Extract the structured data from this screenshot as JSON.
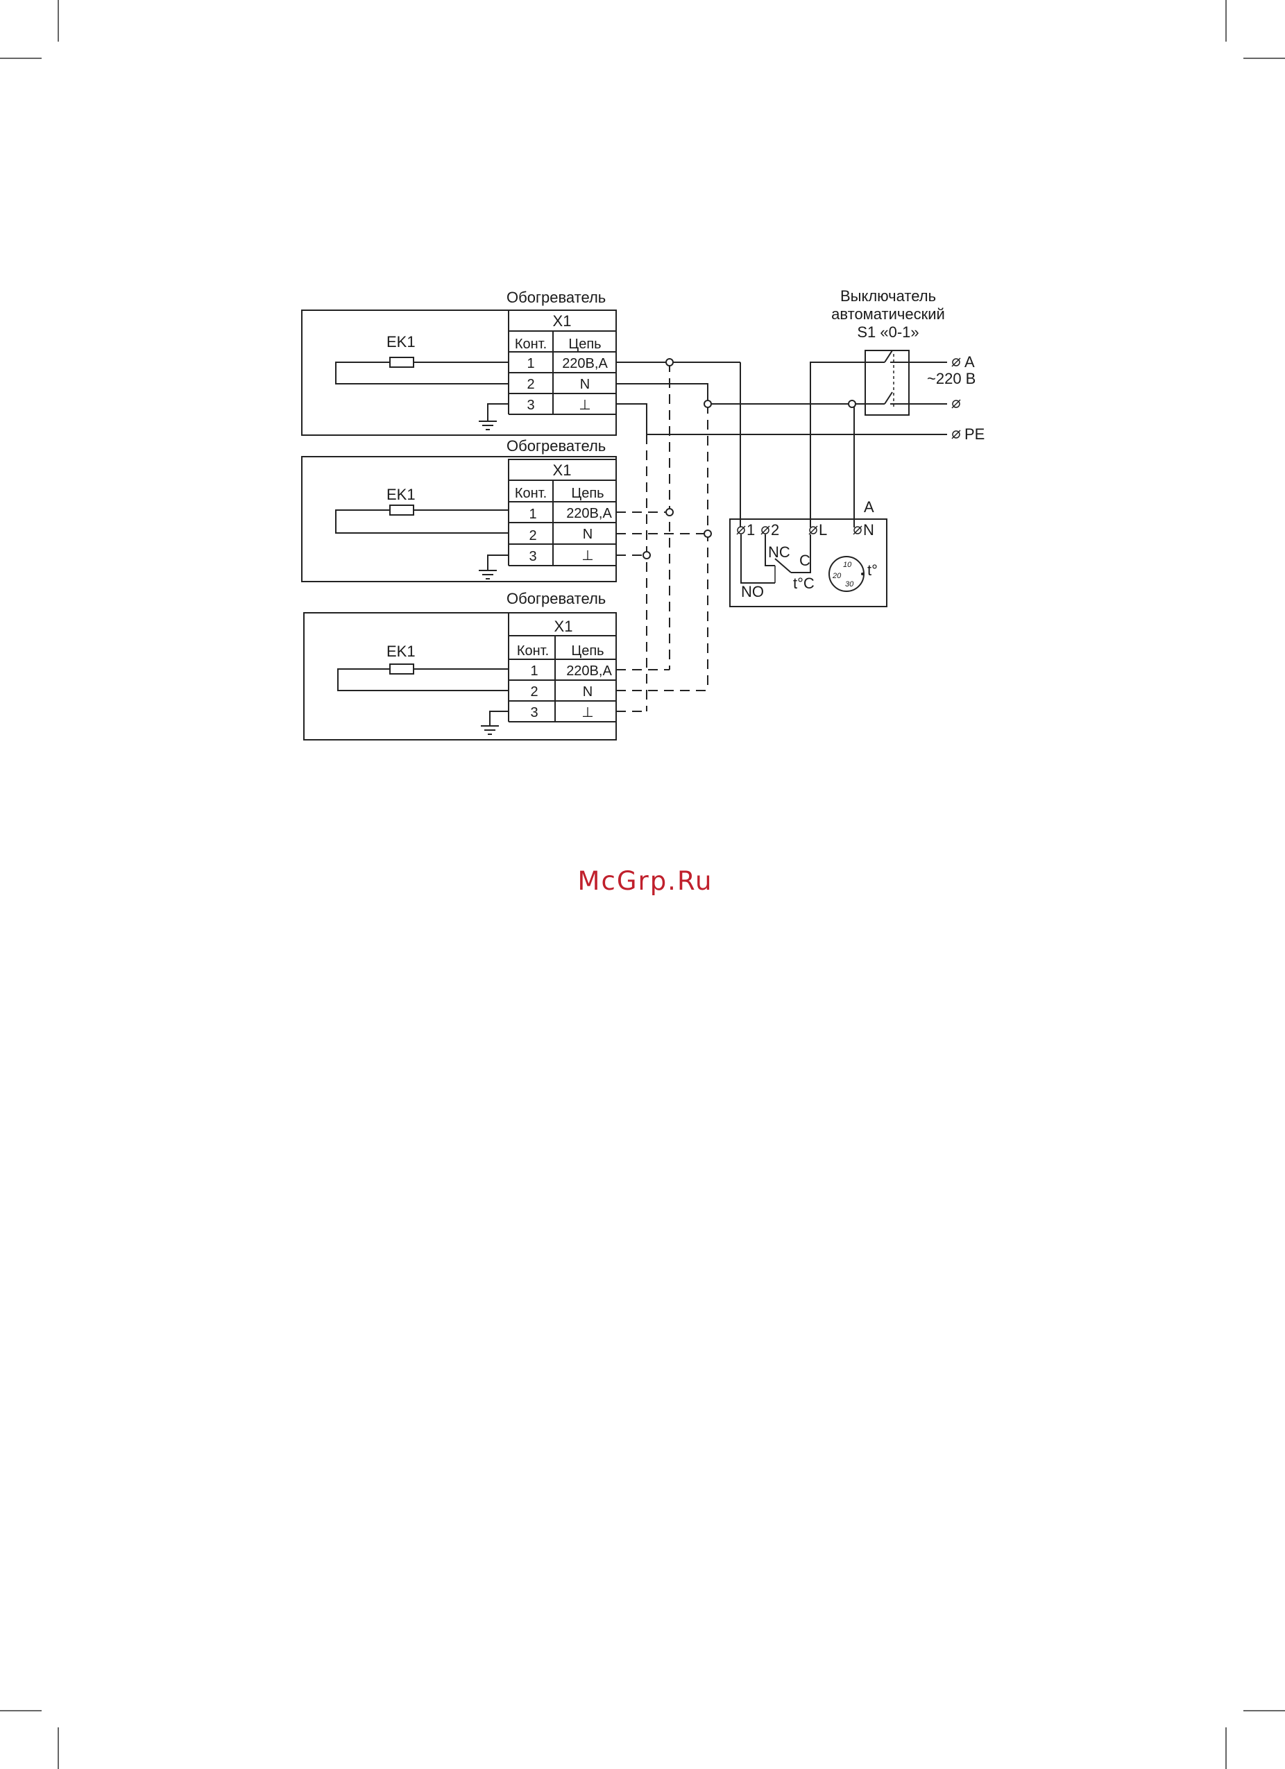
{
  "heaters": [
    {
      "title": "Обогреватель",
      "element_label": "EK1",
      "block_title": "X1",
      "col_contact": "Конт.",
      "col_circuit": "Цепь",
      "rows": [
        {
          "contact": "1",
          "circuit": "220В,А"
        },
        {
          "contact": "2",
          "circuit": "N"
        },
        {
          "contact": "3",
          "circuit": "⊥"
        }
      ]
    },
    {
      "title": "Обогреватель",
      "element_label": "EK1",
      "block_title": "X1",
      "col_contact": "Конт.",
      "col_circuit": "Цепь",
      "rows": [
        {
          "contact": "1",
          "circuit": "220В,А"
        },
        {
          "contact": "2",
          "circuit": "N"
        },
        {
          "contact": "3",
          "circuit": "⊥"
        }
      ]
    },
    {
      "title": "Обогреватель",
      "element_label": "EK1",
      "block_title": "X1",
      "col_contact": "Конт.",
      "col_circuit": "Цепь",
      "rows": [
        {
          "contact": "1",
          "circuit": "220В,А"
        },
        {
          "contact": "2",
          "circuit": "N"
        },
        {
          "contact": "3",
          "circuit": "⊥"
        }
      ]
    }
  ],
  "breaker": {
    "line1": "Выключатель",
    "line2": "автоматический",
    "line3": "S1 «0-1»"
  },
  "supply": {
    "phase": "A",
    "voltage": "~220 В",
    "pe": "PE"
  },
  "thermostat": {
    "top_label": "A",
    "t1": "1",
    "t2": "2",
    "tL": "L",
    "tN": "N",
    "nc": "NC",
    "c": "C",
    "no": "NO",
    "temp": "t°C",
    "dial_10": "10",
    "dial_20": "20",
    "dial_30": "30",
    "dial_t": "t°"
  },
  "watermark": "McGrp.Ru"
}
